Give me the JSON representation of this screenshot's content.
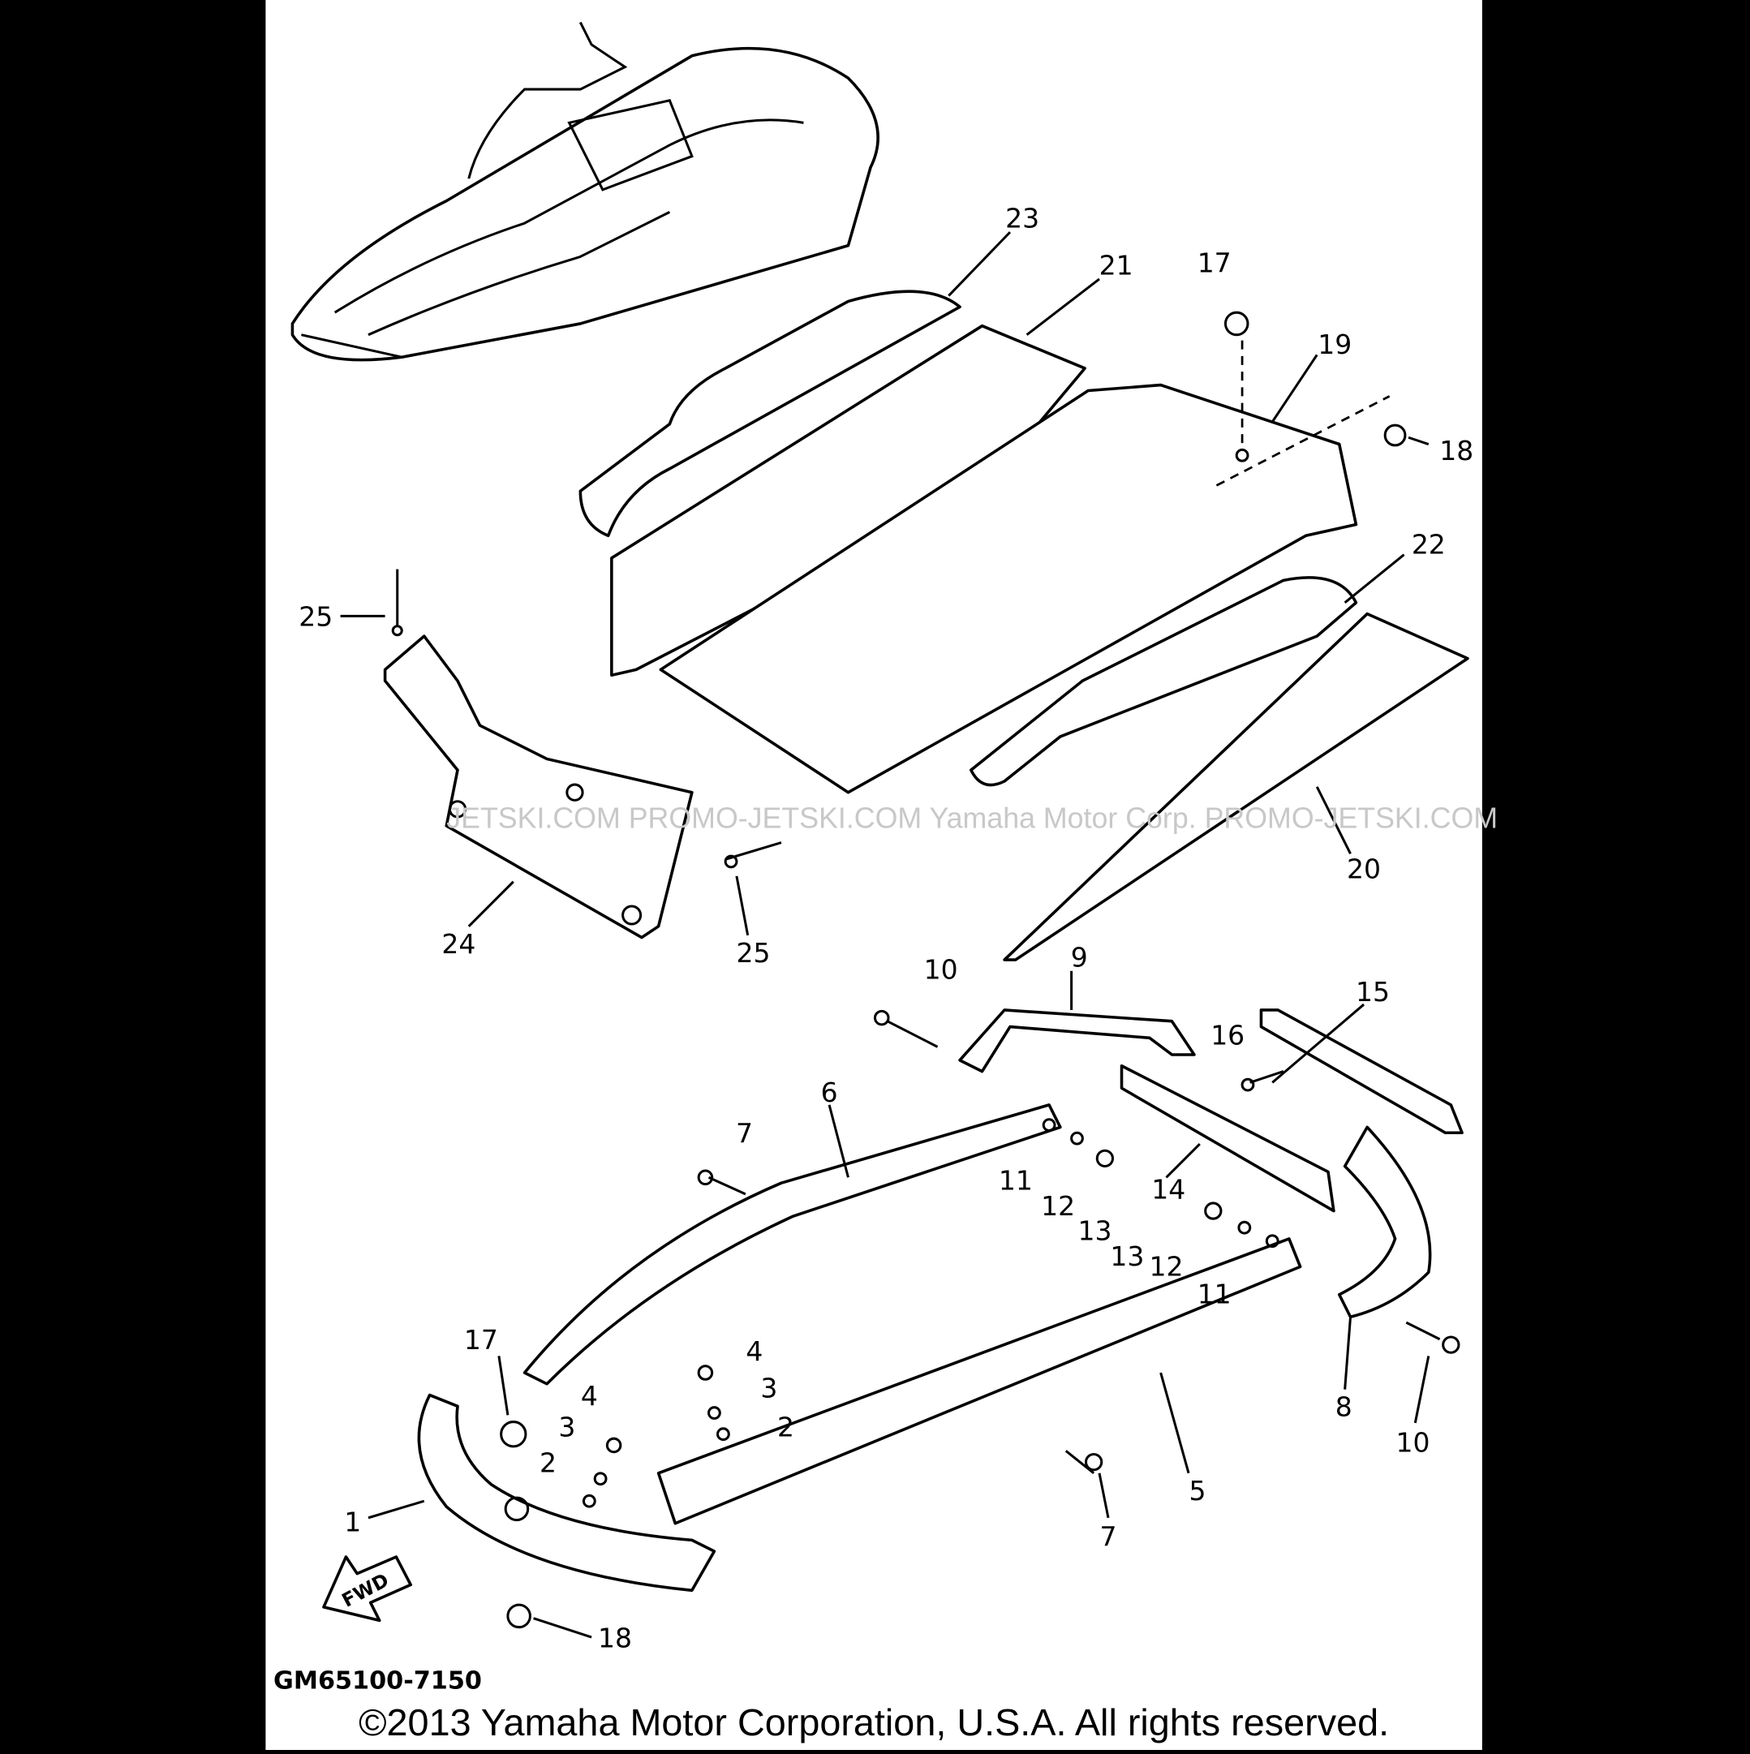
{
  "diagram": {
    "part_callouts": {
      "c1": "1",
      "c2a": "2",
      "c2b": "2",
      "c3a": "3",
      "c3b": "3",
      "c4a": "4",
      "c4b": "4",
      "c5": "5",
      "c6": "6",
      "c7a": "7",
      "c7b": "7",
      "c8": "8",
      "c9": "9",
      "c10a": "10",
      "c10b": "10",
      "c11a": "11",
      "c11b": "11",
      "c12a": "12",
      "c12b": "12",
      "c13a": "13",
      "c13b": "13",
      "c14": "14",
      "c15": "15",
      "c16": "16",
      "c17a": "17",
      "c17b": "17",
      "c18a": "18",
      "c18b": "18",
      "c19": "19",
      "c20": "20",
      "c21": "21",
      "c22": "22",
      "c23": "23",
      "c24": "24",
      "c25a": "25",
      "c25b": "25"
    },
    "fwd_label": "FWD",
    "watermark": "JETSKI.COM   PROMO-JETSKI.COM   Yamaha Motor Corp. PROMO-JETSKI.COM",
    "diagram_code": "GM65100-7150",
    "copyright": "©2013 Yamaha Motor Corporation, U.S.A. All rights reserved."
  }
}
